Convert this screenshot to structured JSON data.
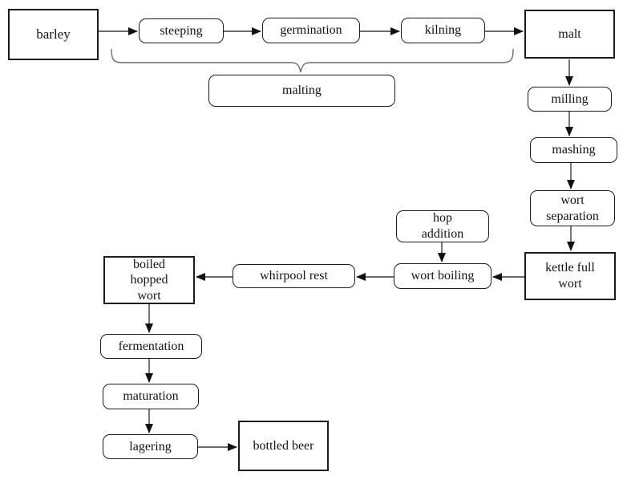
{
  "diagram": {
    "type": "flowchart",
    "subject": "beer brewing process",
    "background_color": "#ffffff",
    "node_border_color": "#1c1c1c",
    "arrow_color": "#3a3a3a",
    "brace_color": "#6b6b6b",
    "nodes": [
      {
        "id": "barley",
        "label": "barley",
        "shape": "rect"
      },
      {
        "id": "steeping",
        "label": "steeping",
        "shape": "rounded"
      },
      {
        "id": "germination",
        "label": "germination",
        "shape": "rounded"
      },
      {
        "id": "kilning",
        "label": "kilning",
        "shape": "rounded"
      },
      {
        "id": "malt",
        "label": "malt",
        "shape": "rect"
      },
      {
        "id": "malting",
        "label": "malting",
        "shape": "rounded",
        "role": "group-label"
      },
      {
        "id": "milling",
        "label": "milling",
        "shape": "rounded"
      },
      {
        "id": "mashing",
        "label": "mashing",
        "shape": "rounded"
      },
      {
        "id": "wort-separation",
        "label": "wort\nseparation",
        "shape": "rounded"
      },
      {
        "id": "kettle-full-wort",
        "label": "kettle full\nwort",
        "shape": "rect"
      },
      {
        "id": "hop-addition",
        "label": "hop\naddition",
        "shape": "rounded"
      },
      {
        "id": "wort-boiling",
        "label": "wort boiling",
        "shape": "rounded"
      },
      {
        "id": "whirpool-rest",
        "label": "whirpool rest",
        "shape": "rounded"
      },
      {
        "id": "boiled-hopped-wort",
        "label": "boiled\nhopped\nwort",
        "shape": "rect"
      },
      {
        "id": "fermentation",
        "label": "fermentation",
        "shape": "rounded"
      },
      {
        "id": "maturation",
        "label": "maturation",
        "shape": "rounded"
      },
      {
        "id": "lagering",
        "label": "lagering",
        "shape": "rounded"
      },
      {
        "id": "bottled-beer",
        "label": "bottled beer",
        "shape": "rect"
      }
    ],
    "edges": [
      {
        "from": "barley",
        "to": "steeping"
      },
      {
        "from": "steeping",
        "to": "germination"
      },
      {
        "from": "germination",
        "to": "kilning"
      },
      {
        "from": "kilning",
        "to": "malt"
      },
      {
        "from": "malt",
        "to": "milling"
      },
      {
        "from": "milling",
        "to": "mashing"
      },
      {
        "from": "mashing",
        "to": "wort-separation"
      },
      {
        "from": "wort-separation",
        "to": "kettle-full-wort"
      },
      {
        "from": "kettle-full-wort",
        "to": "wort-boiling"
      },
      {
        "from": "hop-addition",
        "to": "wort-boiling"
      },
      {
        "from": "wort-boiling",
        "to": "whirpool-rest"
      },
      {
        "from": "whirpool-rest",
        "to": "boiled-hopped-wort"
      },
      {
        "from": "boiled-hopped-wort",
        "to": "fermentation"
      },
      {
        "from": "fermentation",
        "to": "maturation"
      },
      {
        "from": "maturation",
        "to": "lagering"
      },
      {
        "from": "lagering",
        "to": "bottled-beer"
      }
    ],
    "brace_group": {
      "label_node": "malting",
      "spans": [
        "steeping",
        "germination",
        "kilning"
      ]
    }
  }
}
